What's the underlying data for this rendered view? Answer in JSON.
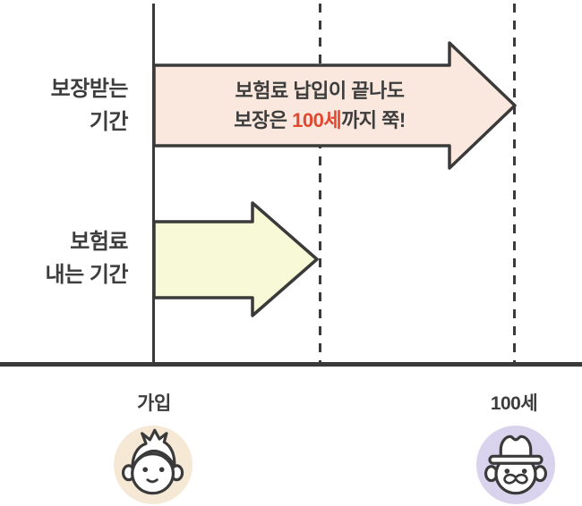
{
  "theme": {
    "background": "#ffffff",
    "line_color": "#3a3a3a",
    "text_color": "#3d3d3d",
    "highlight_color": "#e2472f",
    "coverage_arrow_fill": "#fae8df",
    "premium_arrow_fill": "#f8f9d6",
    "young_avatar_bg": "#f5e9d6",
    "old_avatar_bg": "#d9d3ee"
  },
  "diagram": {
    "y_labels": {
      "coverage": {
        "line1": "보장받는",
        "line2": "기간"
      },
      "premium": {
        "line1": "보험료",
        "line2": "내는 기간"
      }
    },
    "coverage_arrow": {
      "text_line1": "보험료 납입이 끝나도",
      "text_line2_prefix": "보장은 ",
      "text_line2_highlight": "100세",
      "text_line2_suffix": "까지 쭉!"
    },
    "x_axis": {
      "start_label": "가입",
      "end_label": "100세"
    },
    "icons": {
      "young": "young-person-face-icon",
      "old": "old-man-hat-face-icon"
    }
  }
}
